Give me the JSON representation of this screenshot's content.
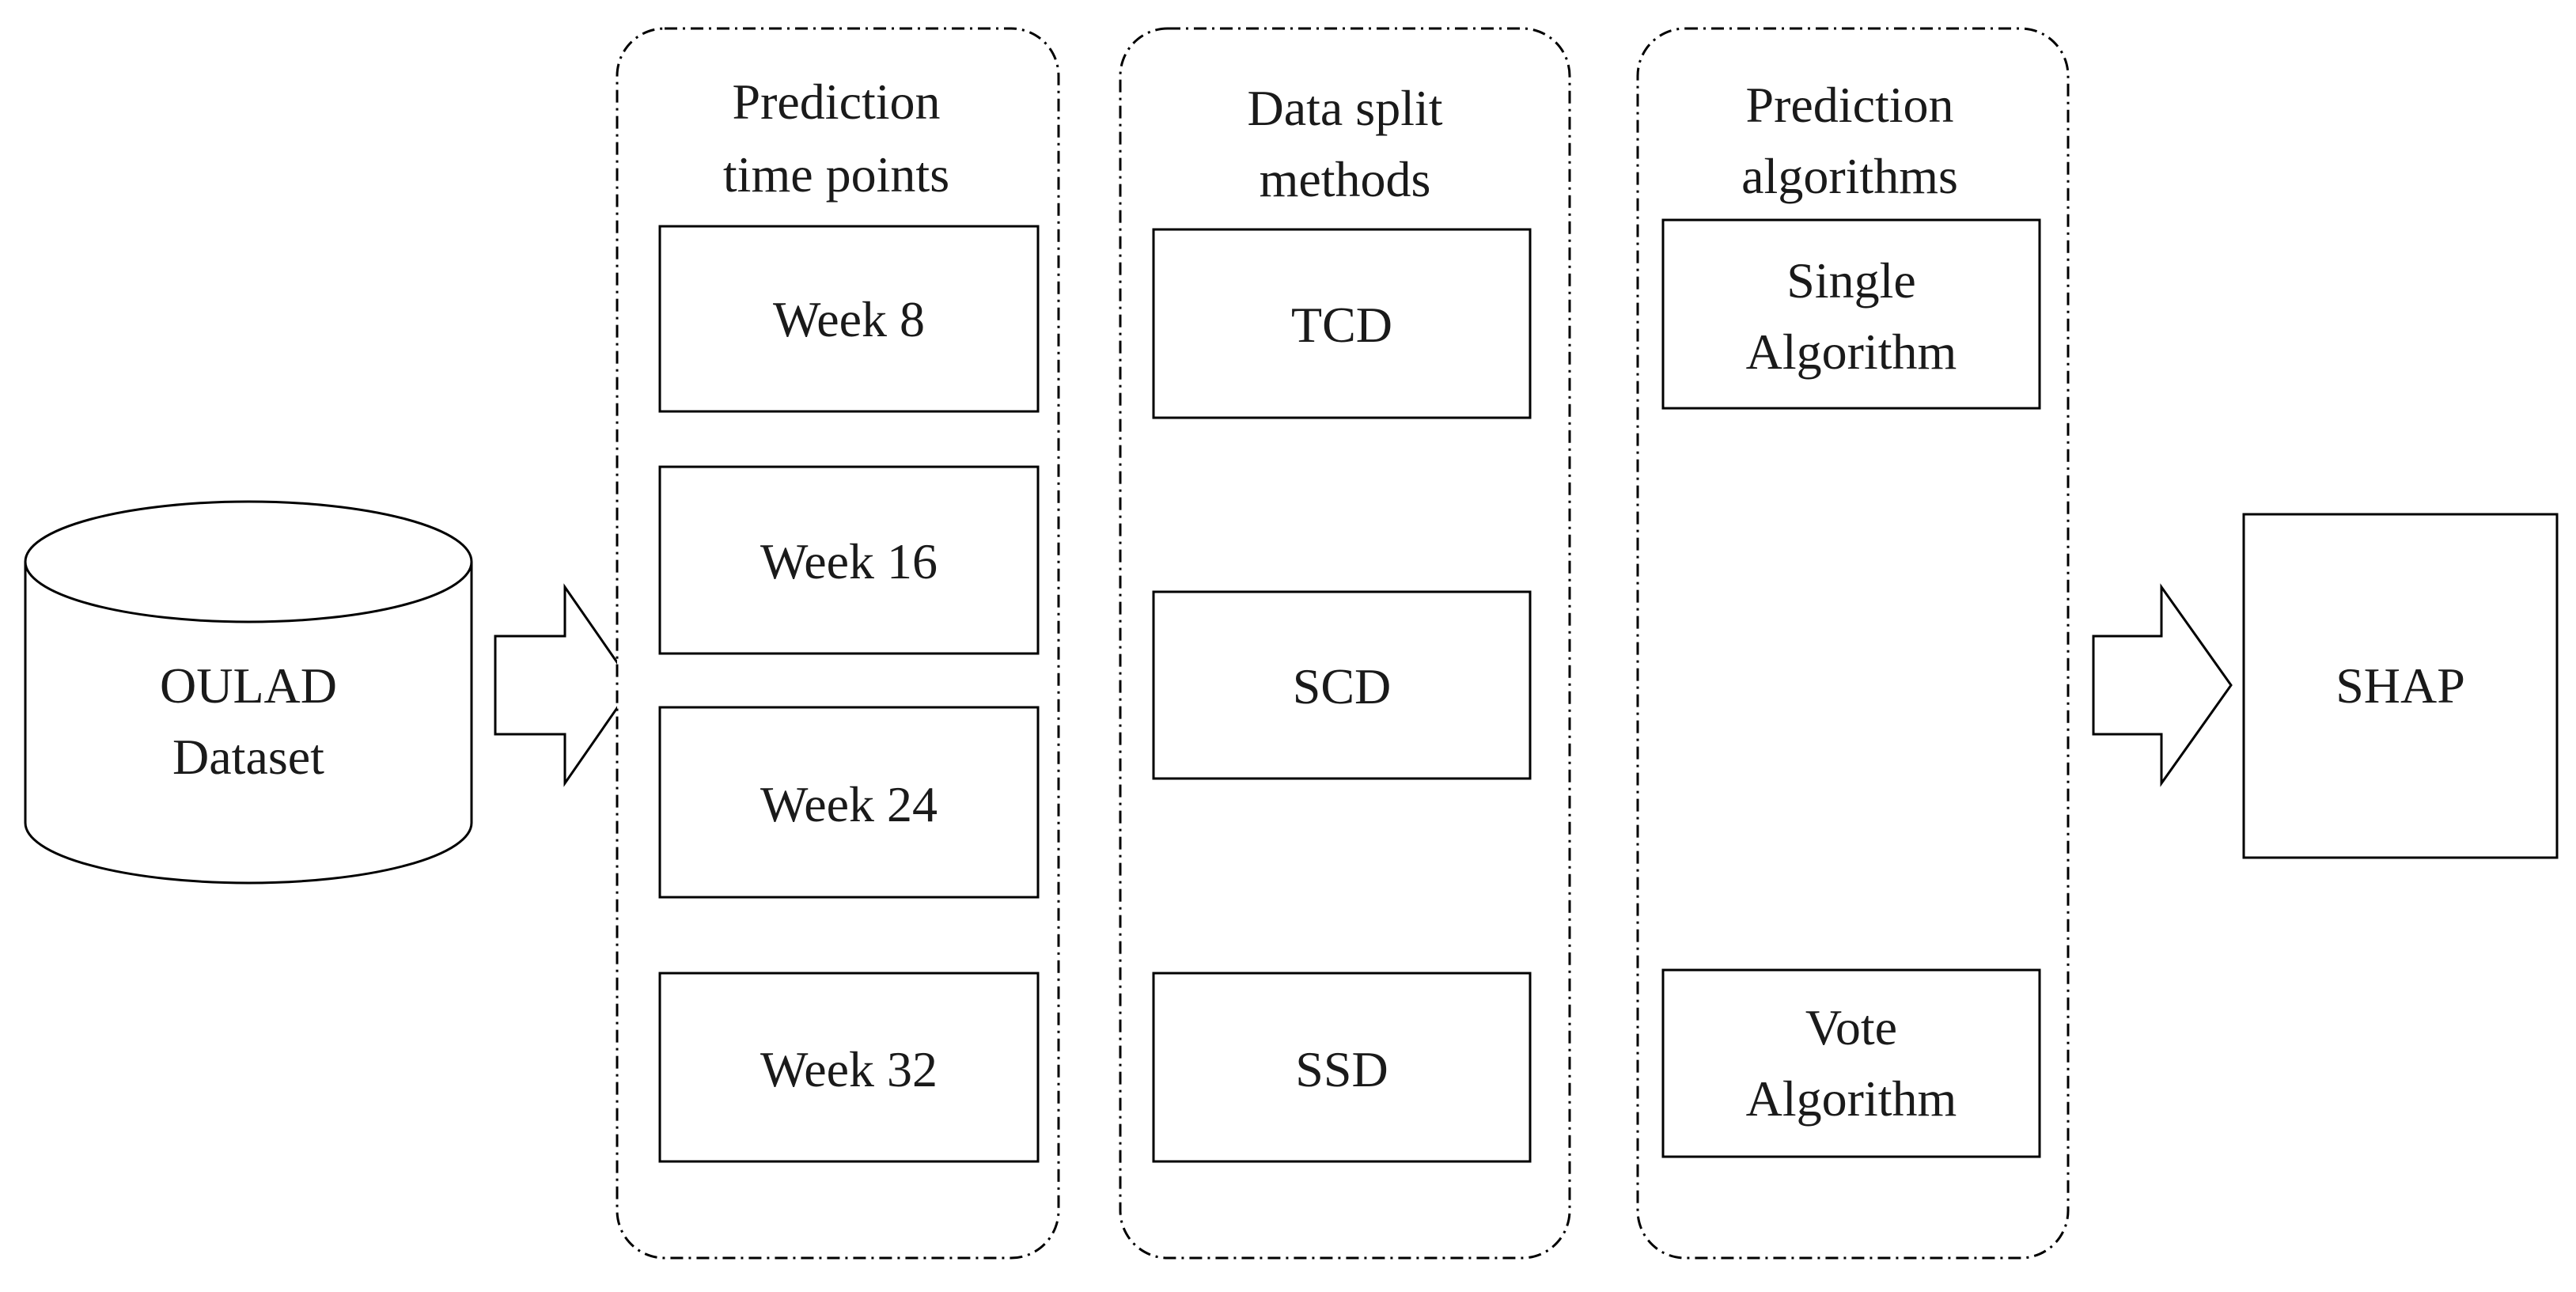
{
  "dataset": {
    "line1": "OULAD",
    "line2": "Dataset"
  },
  "groups": {
    "time_points": {
      "title_line1": "Prediction",
      "title_line2": "time points",
      "items": [
        "Week 8",
        "Week 16",
        "Week 24",
        "Week 32"
      ]
    },
    "split_methods": {
      "title_line1": "Data split",
      "title_line2": "methods",
      "items": [
        "TCD",
        "SCD",
        "SSD"
      ]
    },
    "algorithms": {
      "title_line1": "Prediction",
      "title_line2": "algorithms",
      "items": [
        {
          "line1": "Single",
          "line2": "Algorithm"
        },
        {
          "line1": "Vote",
          "line2": "Algorithm"
        }
      ]
    }
  },
  "output": {
    "label": "SHAP"
  }
}
